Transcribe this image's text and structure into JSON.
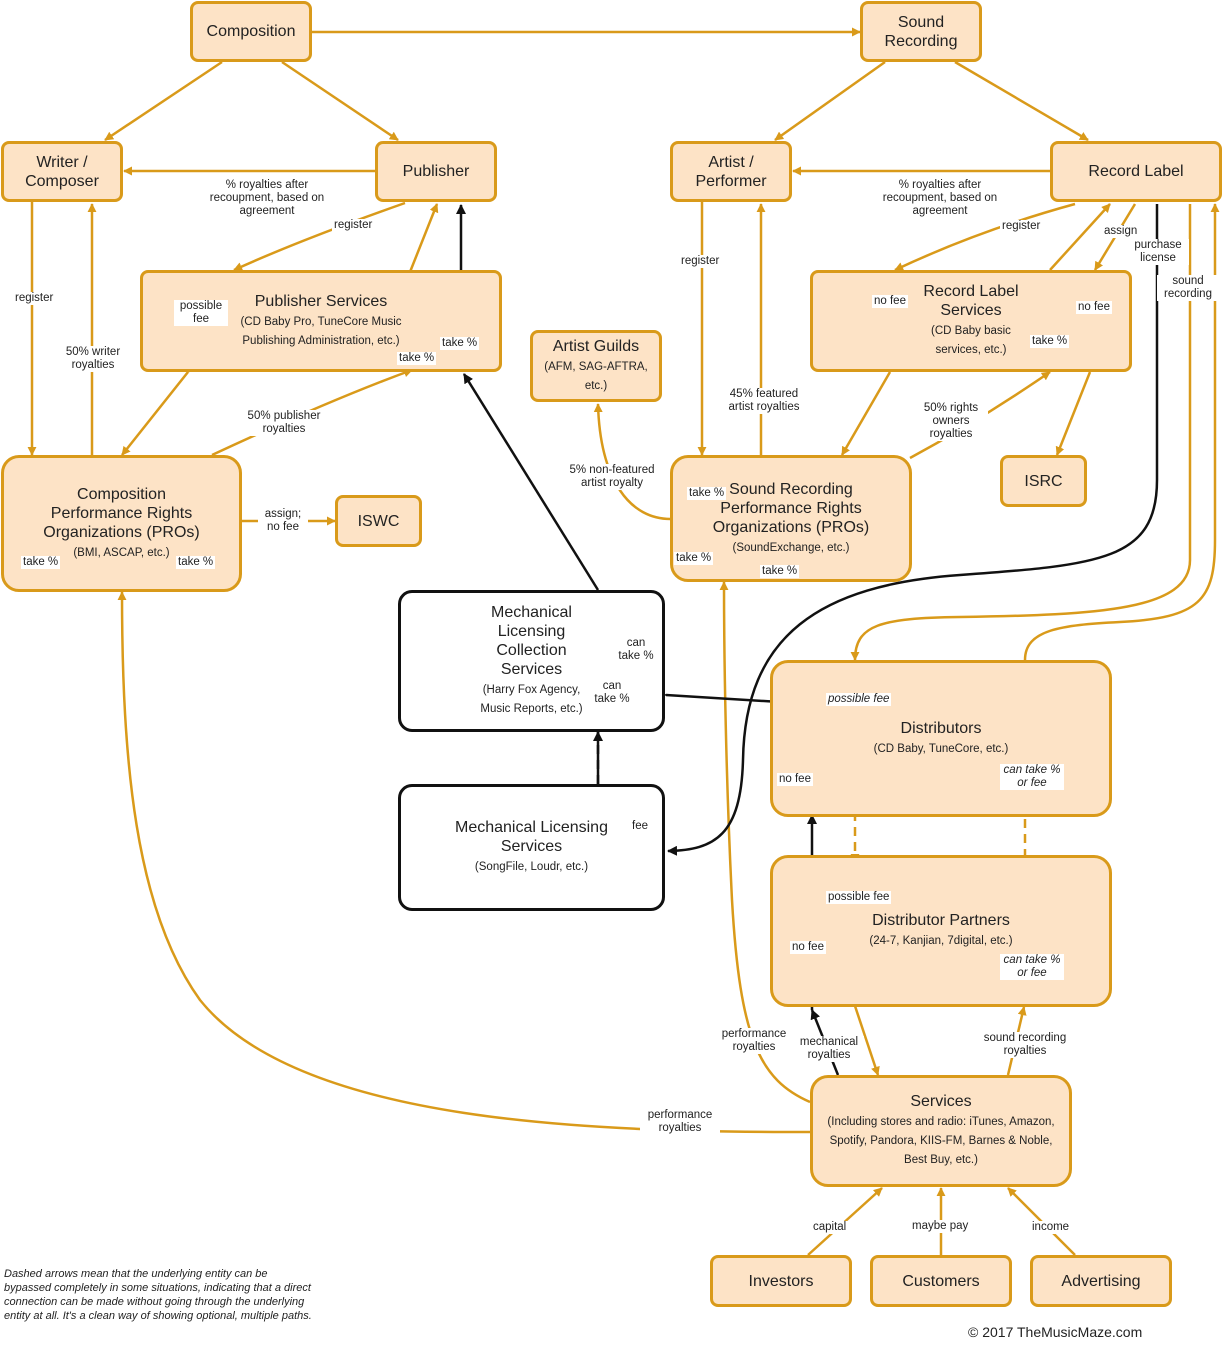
{
  "nodes": {
    "composition": {
      "title": "Composition"
    },
    "sound_recording": {
      "title": "Sound Recording"
    },
    "writer": {
      "title": "Writer / Composer"
    },
    "publisher": {
      "title": "Publisher"
    },
    "artist": {
      "title": "Artist / Performer"
    },
    "record_label": {
      "title": "Record Label"
    },
    "publisher_services": {
      "title": "Publisher Services",
      "subtitle": "(CD Baby Pro, TuneCore Music Publishing Administration, etc.)"
    },
    "artist_guilds": {
      "title": "Artist Guilds",
      "subtitle": "(AFM, SAG-AFTRA, etc.)"
    },
    "record_label_services": {
      "title": "Record Label Services",
      "subtitle": "(CD Baby basic services, etc.)"
    },
    "composition_pros": {
      "title": "Composition Performance Rights Organizations (PROs)",
      "subtitle": "(BMI, ASCAP, etc.)"
    },
    "iswc": {
      "title": "ISWC"
    },
    "sound_recording_pros": {
      "title": "Sound Recording Performance Rights Organizations (PROs)",
      "subtitle": "(SoundExchange, etc.)"
    },
    "isrc": {
      "title": "ISRC"
    },
    "mlcs": {
      "title": "Mechanical Licensing Collection Services",
      "subtitle": "(Harry Fox Agency, Music Reports, etc.)"
    },
    "mls": {
      "title": "Mechanical Licensing Services",
      "subtitle": "(SongFile, Loudr, etc.)"
    },
    "distributors": {
      "title": "Distributors",
      "subtitle": "(CD Baby, TuneCore, etc.)"
    },
    "distributor_partners": {
      "title": "Distributor Partners",
      "subtitle": "(24-7, Kanjian, 7digital, etc.)"
    },
    "services": {
      "title": "Services",
      "subtitle": "(Including stores and radio: iTunes, Amazon, Spotify, Pandora, KIIS-FM, Barnes & Noble, Best Buy, etc.)"
    },
    "investors": {
      "title": "Investors"
    },
    "customers": {
      "title": "Customers"
    },
    "advertising": {
      "title": "Advertising"
    }
  },
  "edge_labels": {
    "pub_writer_royalties": "% royalties after recoupment, based on agreement",
    "label_artist_royalties": "% royalties after recoupment, based on agreement",
    "writer_register": "register",
    "writer_50": "50% writer royalties",
    "pub_register": "register",
    "ps_possible_fee": "possible fee",
    "ps_take1": "take %",
    "ps_take2": "take %",
    "pub_50": "50% publisher royalties",
    "pro_take_left": "take %",
    "pro_take_right": "take %",
    "assign_no_fee": "assign; no fee",
    "artist_register": "register",
    "featured_45": "45% featured artist royalties",
    "nonfeatured_5": "5% non-featured artist royalty",
    "srp_take_top": "take %",
    "srp_take_left": "take %",
    "srp_take_bottom": "take %",
    "label_register": "register",
    "rls_no_fee_left": "no fee",
    "rls_no_fee_right": "no fee",
    "rls_take": "take %",
    "rights_owners_50": "50% rights owners royalties",
    "assign": "assign",
    "purchase_license": "purchase license",
    "sound_recording_edge": "sound recording",
    "mlcs_can_take_right": "can take %",
    "mlcs_can_take_mid": "can take %",
    "mls_fee": "fee",
    "dist_possible_fee": "possible fee",
    "dist_no_fee": "no fee",
    "dist_can_take": "can take % or fee",
    "dp_possible_fee": "possible fee",
    "dp_no_fee": "no fee",
    "dp_can_take": "can take % or fee",
    "perf_royalties_right": "performance royalties",
    "mech_royalties": "mechanical royalties",
    "sr_royalties": "sound recording royalties",
    "perf_royalties_left": "performance royalties",
    "capital": "capital",
    "maybe_pay": "maybe pay",
    "income": "income"
  },
  "footnote": "Dashed arrows mean that the underlying entity can be bypassed completely in some situations, indicating that a direct connection can be made without going through the underlying entity at all. It's a clean way of showing optional, multiple paths.",
  "copyright": "© 2017 TheMusicMaze.com",
  "colors": {
    "accent": "#d99a1a",
    "fill": "#fde3c6",
    "dark": "#111111"
  }
}
